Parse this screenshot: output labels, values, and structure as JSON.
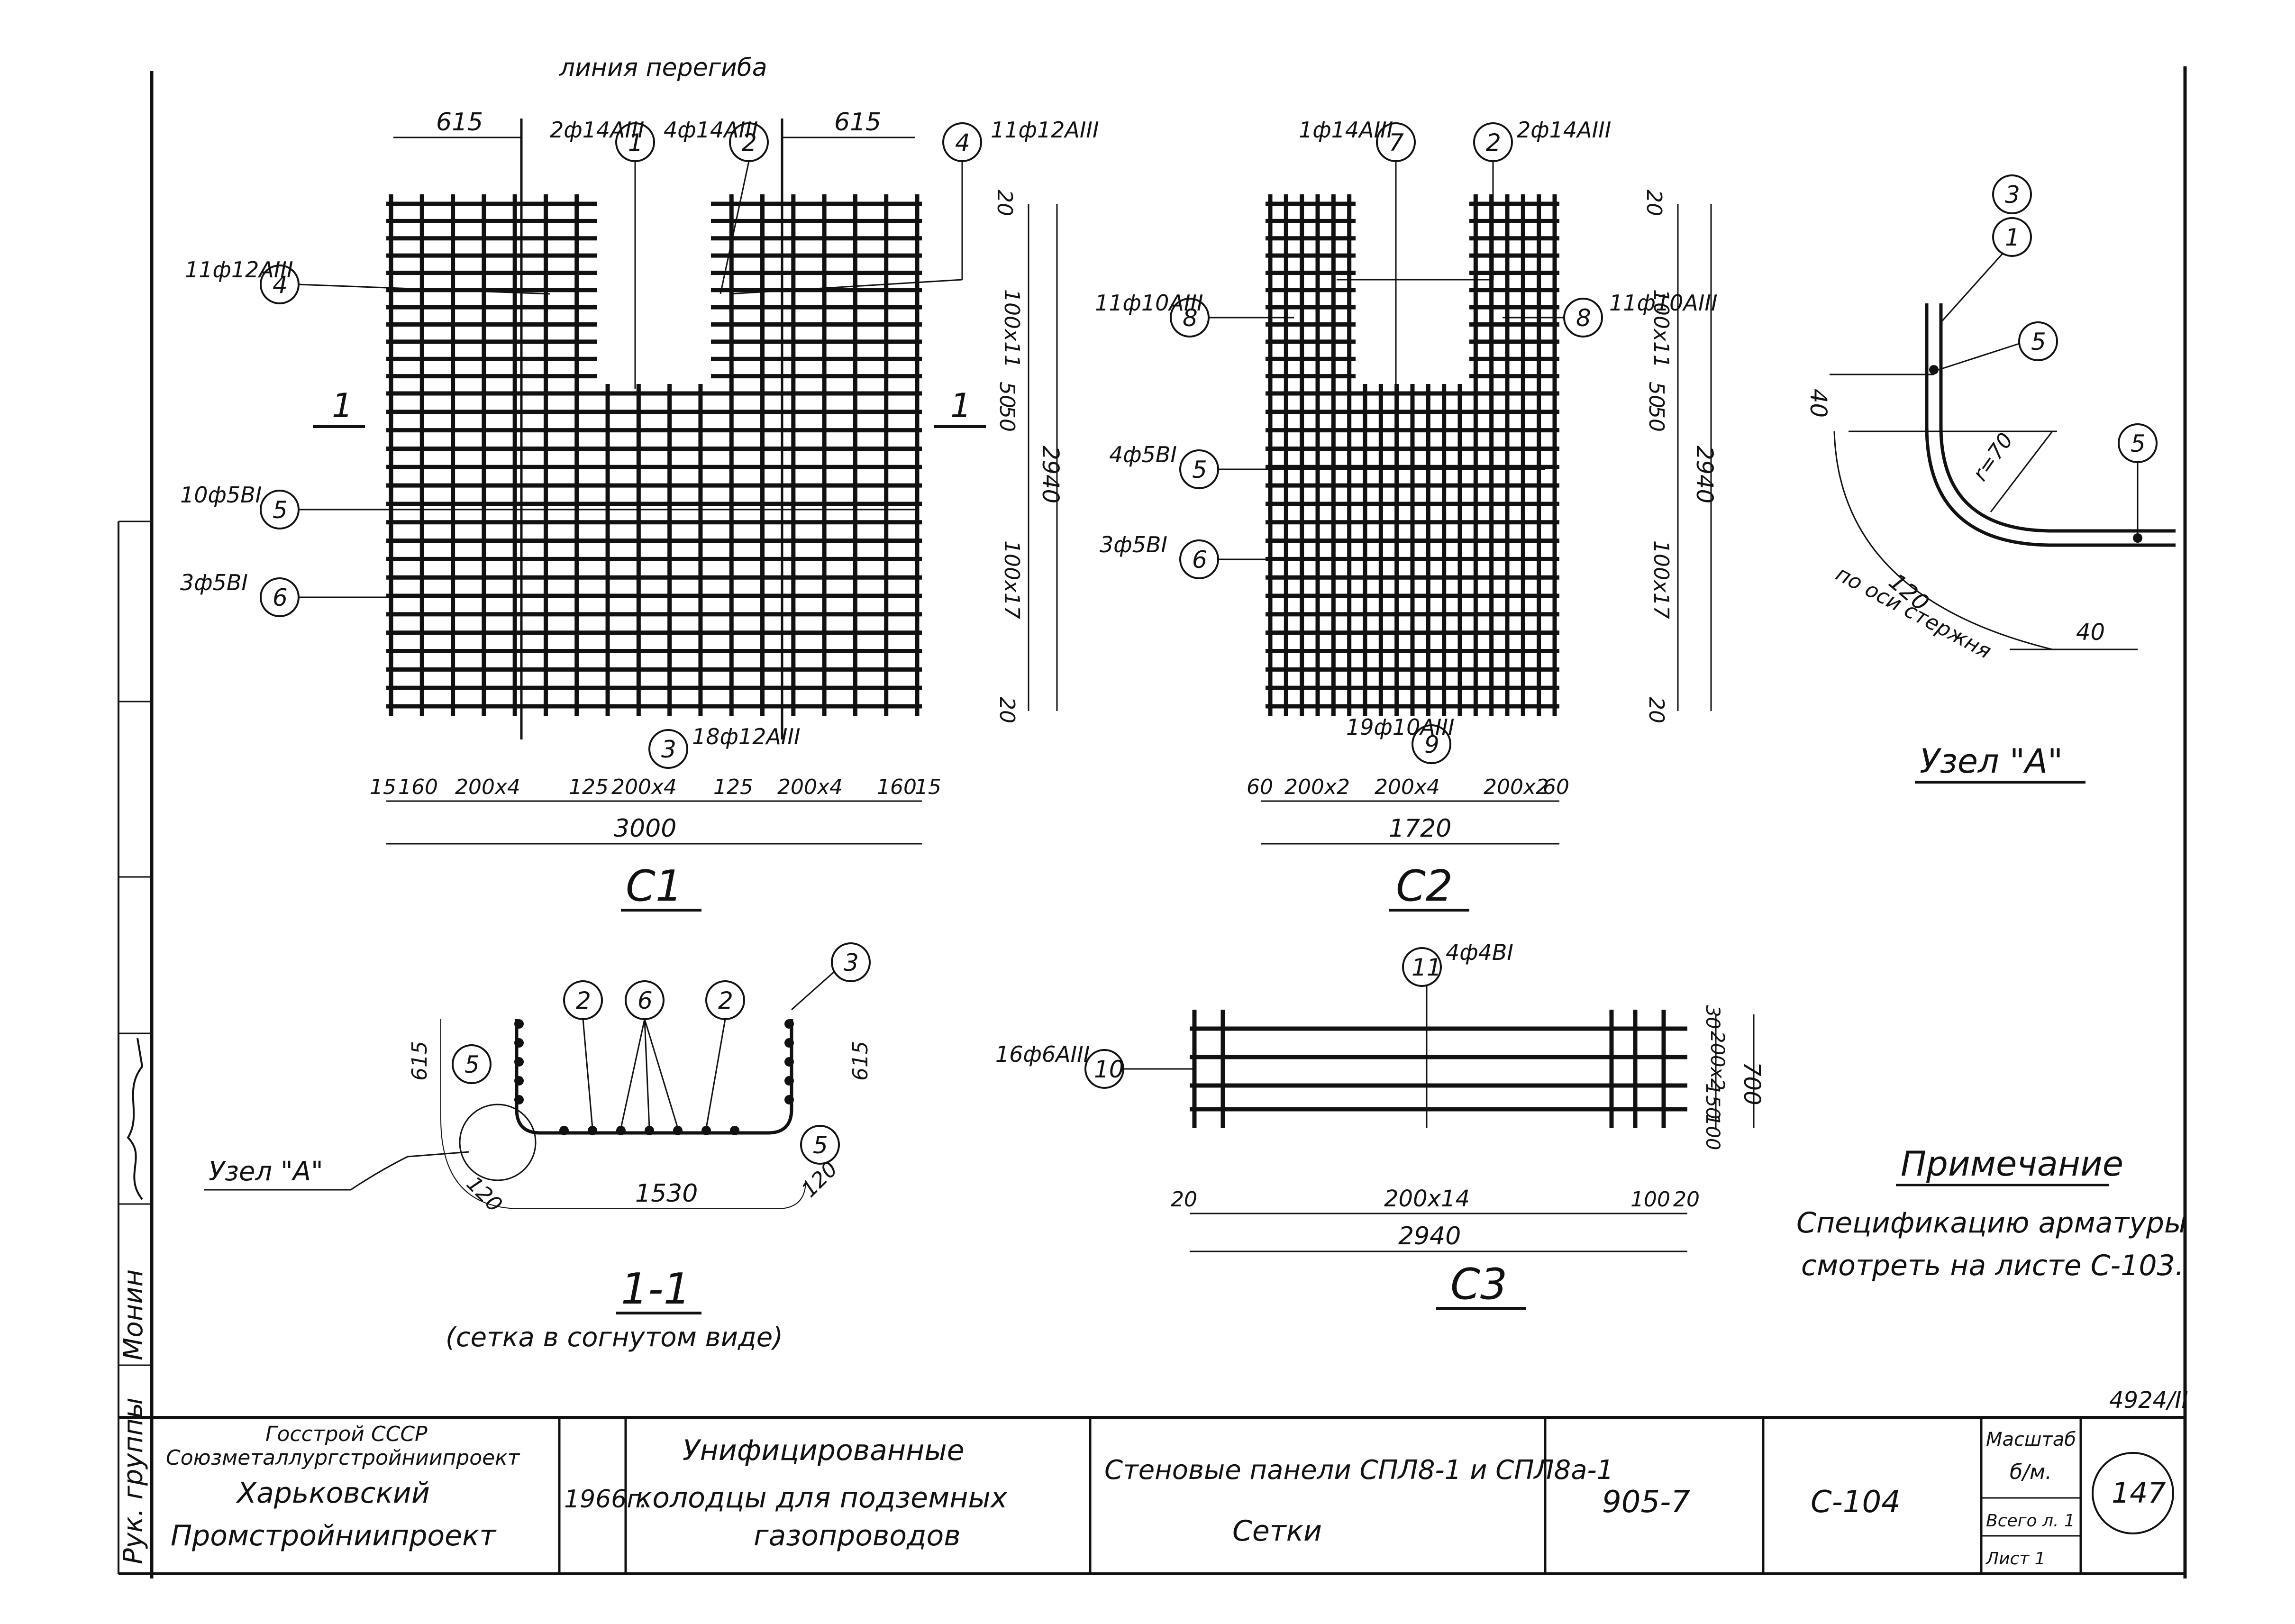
{
  "c1": {
    "title": "С1",
    "section_mark": "1",
    "top_note": "линия перегиба",
    "marks": [
      {
        "num": "1",
        "label": "2ф14АIII"
      },
      {
        "num": "2",
        "label": "4ф14АIII"
      },
      {
        "num": "4",
        "label": "11ф12АIII"
      },
      {
        "num": "4",
        "label": "11ф12АIII"
      },
      {
        "num": "5",
        "label": "10ф5ВI"
      },
      {
        "num": "6",
        "label": "3ф5ВI"
      },
      {
        "num": "3",
        "label": "18ф12АIII"
      }
    ],
    "dims_top": [
      "615",
      "615"
    ],
    "dims_right": [
      "20",
      "100x11",
      "50",
      "50",
      "100x17",
      "20"
    ],
    "dims_right_total": "2940",
    "dims_bottom": [
      "15",
      "160",
      "200x4",
      "125",
      "200x4",
      "125",
      "200x4",
      "160",
      "15"
    ],
    "dims_bottom_total": "3000"
  },
  "c2": {
    "title": "С2",
    "marks": [
      {
        "num": "7",
        "label": "1ф14АIII"
      },
      {
        "num": "2",
        "label": "2ф14АIII"
      },
      {
        "num": "8",
        "label": "11ф10АIII"
      },
      {
        "num": "8",
        "label": "11ф10АIII"
      },
      {
        "num": "5",
        "label": "4ф5ВI"
      },
      {
        "num": "6",
        "label": "3ф5ВI"
      },
      {
        "num": "9",
        "label": "19ф10АIII"
      }
    ],
    "dims_right": [
      "20",
      "100x11",
      "50",
      "50",
      "100x17",
      "20"
    ],
    "dims_right_total": "2940",
    "dims_bottom": [
      "60",
      "200x2",
      "200x4",
      "200x2",
      "60"
    ],
    "dims_bottom_total": "1720"
  },
  "node_a": {
    "title": "Узел \"А\"",
    "marks": [
      "3",
      "1",
      "5",
      "5"
    ],
    "dims": [
      "40",
      "r=70",
      "120",
      "40"
    ],
    "axis_note": "по оси стержня"
  },
  "s11": {
    "title": "1-1",
    "subtitle": "(сетка в согнутом виде)",
    "node_label": "Узел \"А\"",
    "marks": [
      "2",
      "6",
      "2",
      "3",
      "5",
      "5"
    ],
    "dims": [
      "615",
      "615",
      "120",
      "1530",
      "120"
    ]
  },
  "c3": {
    "title": "С3",
    "mark_top": {
      "num": "11",
      "label": "4ф4ВI"
    },
    "mark_left": {
      "num": "10",
      "label": "16ф6АIII"
    },
    "dims_right": [
      "30",
      "200x2",
      "150",
      "100"
    ],
    "dims_right_total": "700",
    "dims_bottom": [
      "20",
      "200x14",
      "100",
      "20"
    ],
    "dims_bottom_total": "2940"
  },
  "note": {
    "title": "Примечание",
    "line1": "Спецификацию арматуры",
    "line2": "смотреть на листе С-103."
  },
  "title_block": {
    "org1": "Госстрой СССР",
    "org2": "Союзметаллургстройниипроект",
    "org3": "Харьковский",
    "org4": "Промстройниипроект",
    "year": "1966г.",
    "project1": "Унифицированные",
    "project2": "колодцы для подземных",
    "project3": "газопроводов",
    "sheet_title1": "Стеновые панели СПЛ8-1 и СПЛ8а-1",
    "sheet_title2": "Сетки",
    "series": "905-7",
    "sheet_code": "С-104",
    "scale_label": "Масштаб",
    "scale_value": "б/м.",
    "total_label": "Всего л. 1",
    "sheet_label": "Лист 1",
    "page_number": "147",
    "archive_number": "4924/II"
  },
  "side_stamp": {
    "role": "Рук. группы",
    "name": "Монин"
  }
}
